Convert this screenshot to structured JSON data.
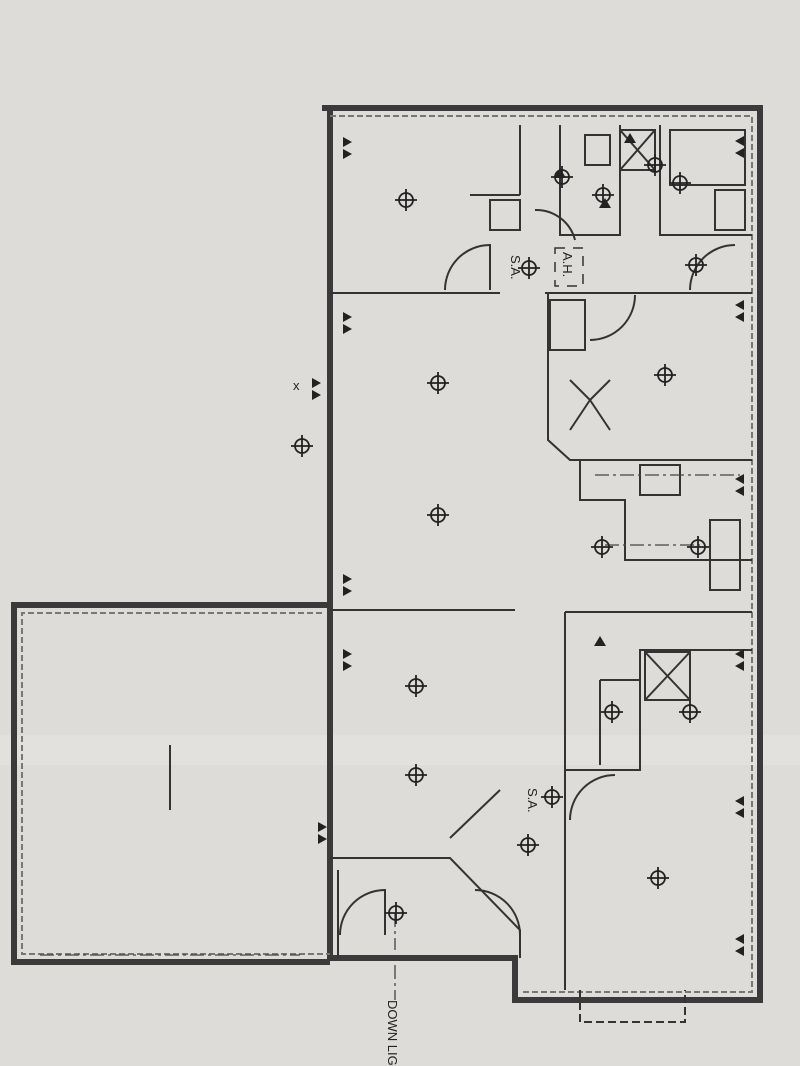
{
  "plan": {
    "labels": {
      "smoke_alarm_1": "S.A.",
      "air_handler": "A.H.",
      "smoke_alarm_2": "S.A.",
      "down_light": "DOWN LIG",
      "x_mark": "x"
    }
  }
}
